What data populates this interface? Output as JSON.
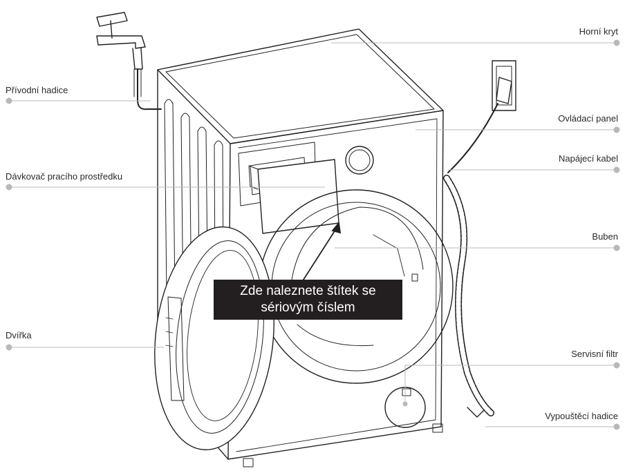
{
  "labels": {
    "horni_kryt": "Horní kryt",
    "privodni_hadice": "Přívodní hadice",
    "ovladaci_panel": "Ovládací panel",
    "napajeci_kabel": "Napájecí kabel",
    "davkovac": "Dávkovač pracího prostředku",
    "buben": "Buben",
    "dvirka": "Dvířka",
    "servisni_filtr": "Servisní filtr",
    "vypousteci_hadice": "Vypouštěcí hadice"
  },
  "callout": {
    "text": "Zde naleznete štítek se sériovým číslem"
  },
  "colors": {
    "leader_line": "#b8b8b8",
    "leader_dot": "#b8b8b8",
    "outline": "#231f20",
    "callout_bg": "#231f20"
  }
}
